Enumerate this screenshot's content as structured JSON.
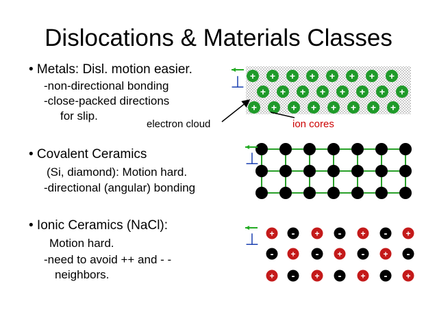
{
  "slide": {
    "title": "Dislocations & Materials Classes"
  },
  "metals": {
    "heading": "• Metals:  Disl. motion easier.",
    "lines": [
      "-non-directional bonding",
      "-close-packed directions",
      "for slip."
    ],
    "callout_electron": "electron cloud",
    "callout_ion": "ion cores",
    "dislocation_symbol": "⊥",
    "ion_sign": "+"
  },
  "covalent": {
    "heading": "• Covalent Ceramics",
    "lines": [
      "(Si, diamond):  Motion hard.",
      "-directional (angular) bonding"
    ],
    "dislocation_symbol": "⊥"
  },
  "ionic": {
    "heading": "• Ionic Ceramics (NaCl):",
    "lines": [
      "Motion hard.",
      "-need to avoid ++ and - -",
      "neighbors."
    ],
    "dislocation_symbol": "⊥",
    "pattern": [
      [
        "+",
        "-",
        "+",
        "-",
        "+",
        "-",
        "+"
      ],
      [
        "-",
        "+",
        "-",
        "+",
        "-",
        "+",
        "-"
      ],
      [
        "+",
        "-",
        "+",
        "-",
        "+",
        "-",
        "+"
      ]
    ]
  },
  "colors": {
    "metal_green": "#1f9a2a",
    "lattice_green": "#28a028",
    "cation_red": "#c41a1a",
    "symbol_blue": "#1a3fb0",
    "arrow_green": "#22aa22",
    "ion_label": "#cc0000"
  }
}
